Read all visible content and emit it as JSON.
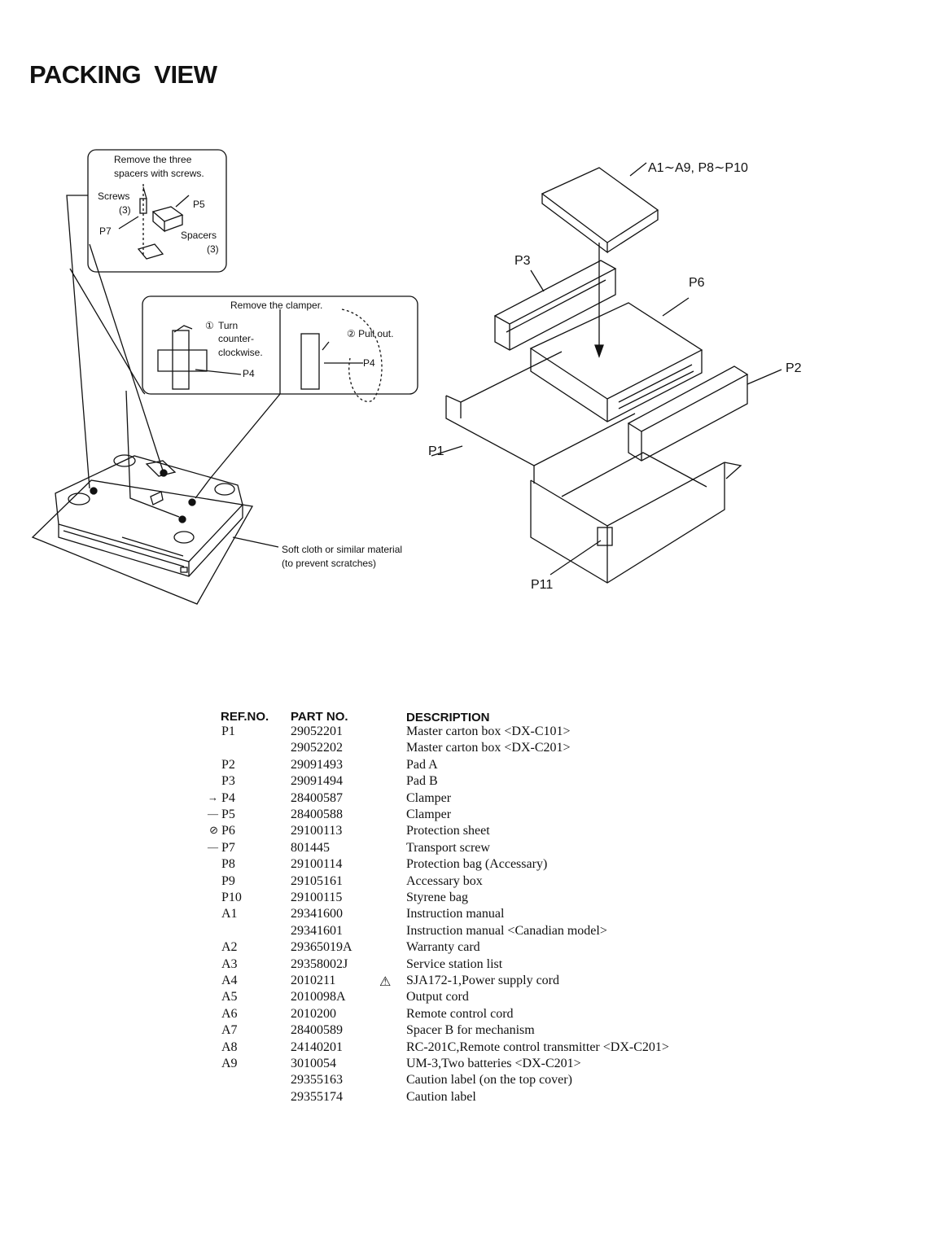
{
  "page_title": "PACKING VIEW",
  "left_diagram": {
    "callout1": {
      "line1": "Remove the three",
      "line2": "spacers with screws.",
      "screws": "Screws",
      "screws_qty": "(3)",
      "p5": "P5",
      "p7": "P7",
      "spacers": "Spacers",
      "spacers_qty": "(3)"
    },
    "callout2": {
      "heading": "Remove the clamper.",
      "step1_num": "①",
      "step1_line1": "Turn",
      "step1_line2": "counter-",
      "step1_line3": "clockwise.",
      "p4_left": "P4",
      "step2": "② Pull out.",
      "p4_right": "P4"
    },
    "cloth_line1": "Soft cloth or similar material",
    "cloth_line2": "(to prevent scratches)"
  },
  "right_diagram": {
    "accessories": "A1∼A9, P8∼P10",
    "p3": "P3",
    "p6": "P6",
    "p2": "P2",
    "p1": "P1",
    "p11": "P11"
  },
  "parts_table": {
    "headers": {
      "ref": "REF.NO.",
      "part": "PART NO.",
      "desc": "DESCRIPTION"
    },
    "rows": [
      {
        "mark": "",
        "ref": "P1",
        "part": "29052201",
        "warn": "",
        "desc": "Master carton box <DX-C101>"
      },
      {
        "mark": "",
        "ref": "",
        "part": "29052202",
        "warn": "",
        "desc": "Master carton box <DX-C201>"
      },
      {
        "mark": "",
        "ref": "P2",
        "part": "29091493",
        "warn": "",
        "desc": "Pad A"
      },
      {
        "mark": "",
        "ref": "P3",
        "part": "29091494",
        "warn": "",
        "desc": "Pad B"
      },
      {
        "mark": "→",
        "ref": "P4",
        "part": "28400587",
        "warn": "",
        "desc": "Clamper"
      },
      {
        "mark": "—",
        "ref": "P5",
        "part": "28400588",
        "warn": "",
        "desc": "Clamper"
      },
      {
        "mark": "⊘",
        "ref": "P6",
        "part": "29100113",
        "warn": "",
        "desc": "Protection sheet"
      },
      {
        "mark": "—",
        "ref": "P7",
        "part": "801445",
        "warn": "",
        "desc": "Transport screw"
      },
      {
        "mark": "",
        "ref": "P8",
        "part": "29100114",
        "warn": "",
        "desc": "Protection bag (Accessary)"
      },
      {
        "mark": "",
        "ref": "P9",
        "part": "29105161",
        "warn": "",
        "desc": "Accessary box"
      },
      {
        "mark": "",
        "ref": "P10",
        "part": "29100115",
        "warn": "",
        "desc": "Styrene  bag"
      },
      {
        "mark": "",
        "ref": "A1",
        "part": "29341600",
        "warn": "",
        "desc": "Instruction manual"
      },
      {
        "mark": "",
        "ref": "",
        "part": "29341601",
        "warn": "",
        "desc": "Instruction manual <Canadian model>"
      },
      {
        "mark": "",
        "ref": "A2",
        "part": "29365019A",
        "warn": "",
        "desc": "Warranty card"
      },
      {
        "mark": "",
        "ref": "A3",
        "part": "29358002J",
        "warn": "",
        "desc": "Service station list"
      },
      {
        "mark": "",
        "ref": "A4",
        "part": "2010211",
        "warn": "⚠",
        "desc": "SJA172-1,Power supply cord"
      },
      {
        "mark": "",
        "ref": "A5",
        "part": "2010098A",
        "warn": "",
        "desc": "Output cord"
      },
      {
        "mark": "",
        "ref": "A6",
        "part": "2010200",
        "warn": "",
        "desc": "Remote control cord"
      },
      {
        "mark": "",
        "ref": "A7",
        "part": "28400589",
        "warn": "",
        "desc": "Spacer B for mechanism"
      },
      {
        "mark": "",
        "ref": "A8",
        "part": "24140201",
        "warn": "",
        "desc": "RC-201C,Remote control transmitter <DX-C201>"
      },
      {
        "mark": "",
        "ref": "A9",
        "part": "3010054",
        "warn": "",
        "desc": "UM-3,Two batteries <DX-C201>"
      },
      {
        "mark": "",
        "ref": "",
        "part": "29355163",
        "warn": "",
        "desc": "Caution label (on the top cover)"
      },
      {
        "mark": "",
        "ref": "",
        "part": "29355174",
        "warn": "",
        "desc": "Caution label"
      }
    ]
  }
}
